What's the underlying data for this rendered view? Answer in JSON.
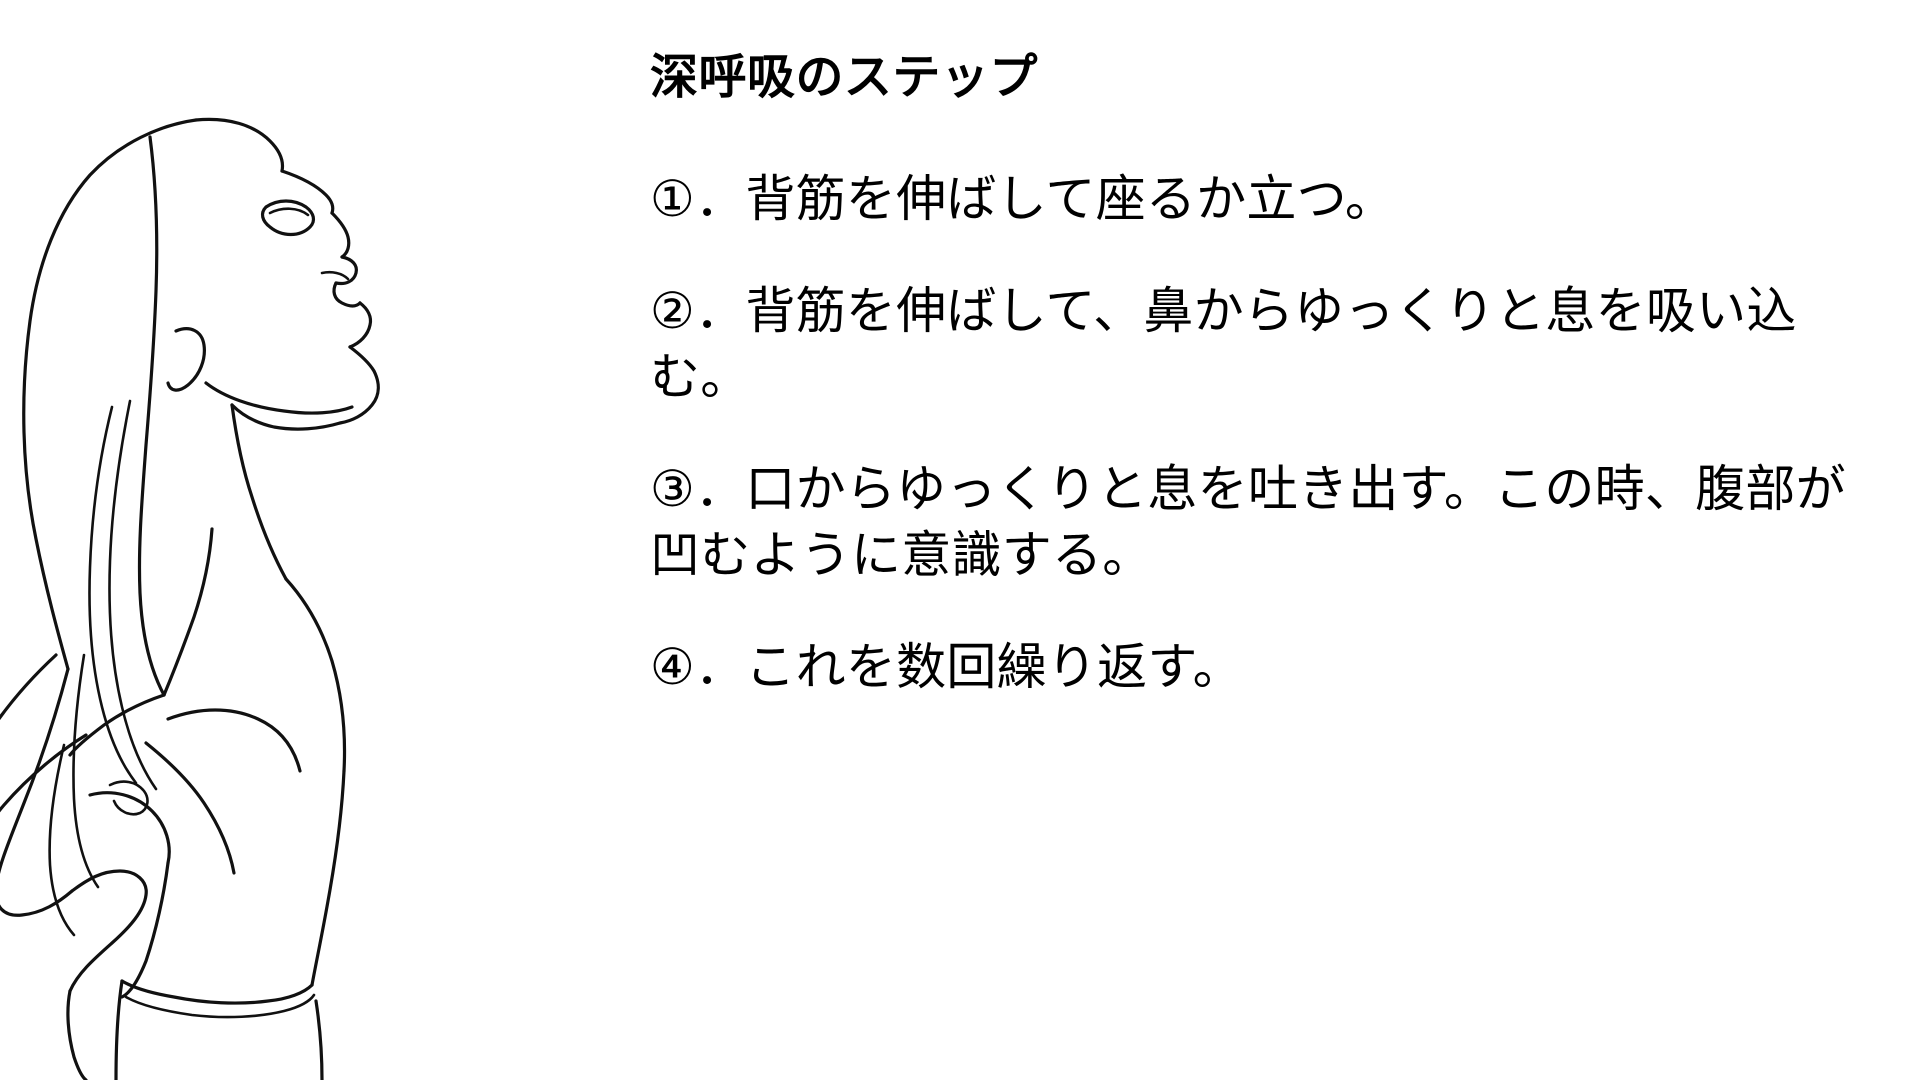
{
  "slide": {
    "background_color": "#ffffff",
    "text_color": "#000000",
    "title": "深呼吸のステップ",
    "steps": [
      {
        "marker": "①",
        "text": "①．背筋を伸ばして座るか立つ。"
      },
      {
        "marker": "②",
        "text": "②．背筋を伸ばして、鼻からゆっくりと息を吸い込む。"
      },
      {
        "marker": "③",
        "text": "③．口からゆっくりと息を吐き出す。この時、腹部が凹むように意識する。"
      },
      {
        "marker": "④",
        "text": "④．これを数回繰り返す。"
      }
    ]
  },
  "illustration": {
    "name": "one-line-drawing-woman-looking-up",
    "description": "単線画：顔を上に向けて深呼吸する女性の横顔",
    "stroke_color": "#111111"
  }
}
